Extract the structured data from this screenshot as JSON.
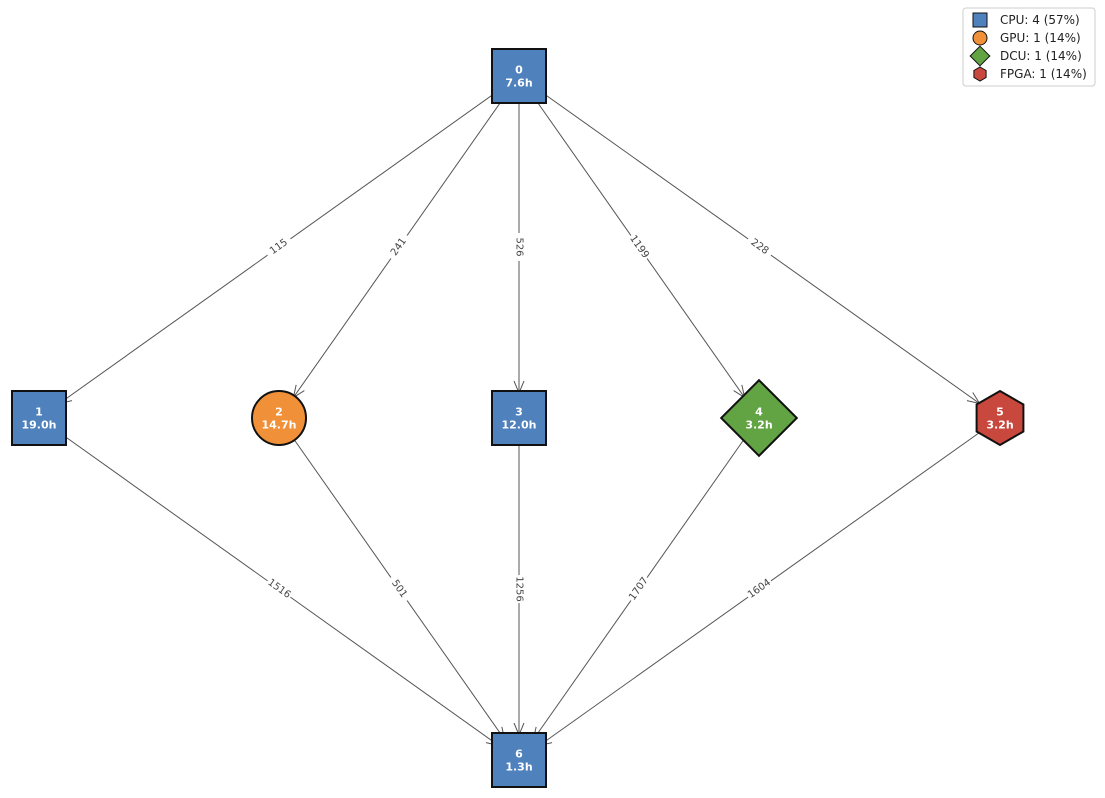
{
  "colors": {
    "CPU": "#4f81bd",
    "GPU": "#f0913a",
    "DCU": "#62a444",
    "FPGA": "#c9483d",
    "edge": "#555555"
  },
  "nodes": [
    {
      "id": "0",
      "time": "7.6h",
      "type": "CPU",
      "shape": "square"
    },
    {
      "id": "1",
      "time": "19.0h",
      "type": "CPU",
      "shape": "square"
    },
    {
      "id": "2",
      "time": "14.7h",
      "type": "GPU",
      "shape": "circle"
    },
    {
      "id": "3",
      "time": "12.0h",
      "type": "CPU",
      "shape": "square"
    },
    {
      "id": "4",
      "time": "3.2h",
      "type": "DCU",
      "shape": "diamond"
    },
    {
      "id": "5",
      "time": "3.2h",
      "type": "FPGA",
      "shape": "hexagon"
    },
    {
      "id": "6",
      "time": "1.3h",
      "type": "CPU",
      "shape": "square"
    }
  ],
  "edges": [
    {
      "from": "0",
      "to": "1",
      "weight": "115"
    },
    {
      "from": "0",
      "to": "2",
      "weight": "241"
    },
    {
      "from": "0",
      "to": "3",
      "weight": "526"
    },
    {
      "from": "0",
      "to": "4",
      "weight": "1199"
    },
    {
      "from": "0",
      "to": "5",
      "weight": "228"
    },
    {
      "from": "1",
      "to": "6",
      "weight": "1516"
    },
    {
      "from": "2",
      "to": "6",
      "weight": "501"
    },
    {
      "from": "3",
      "to": "6",
      "weight": "1256"
    },
    {
      "from": "4",
      "to": "6",
      "weight": "1707"
    },
    {
      "from": "5",
      "to": "6",
      "weight": "1604"
    }
  ],
  "legend": [
    {
      "type": "CPU",
      "shape": "square",
      "text": "CPU: 4 (57%)"
    },
    {
      "type": "GPU",
      "shape": "circle",
      "text": "GPU: 1 (14%)"
    },
    {
      "type": "DCU",
      "shape": "diamond",
      "text": "DCU: 1 (14%)"
    },
    {
      "type": "FPGA",
      "shape": "hexagon",
      "text": "FPGA: 1 (14%)"
    }
  ]
}
